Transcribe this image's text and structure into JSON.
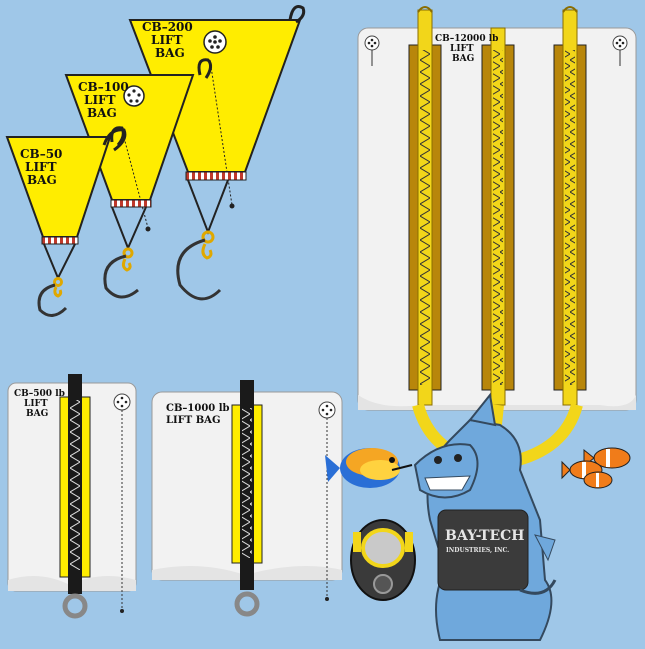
{
  "colors": {
    "background": "#9fc7e8",
    "yellow": "#ffed00",
    "yellow_strap": "#f2d61a",
    "dark_strap": "#b8860b",
    "bag_white": "#f2f2f2",
    "red_stitch": "#c0392b"
  },
  "products": {
    "cb50": {
      "line1": "CB–50",
      "line2": "LIFT",
      "line3": "BAG"
    },
    "cb100": {
      "line1": "CB–100",
      "line2": "LIFT",
      "line3": "BAG"
    },
    "cb200": {
      "line1": "CB–200",
      "line2": "LIFT",
      "line3": "BAG"
    },
    "cb500": {
      "line1": "CB–500 lb",
      "line2": "LIFT",
      "line3": "BAG"
    },
    "cb1000": {
      "line1": "CB–1000 lb",
      "line2": "LIFT BAG"
    },
    "cb12000": {
      "line1": "CB–12000 lb",
      "line2": "LIFT",
      "line3": "BAG"
    }
  },
  "mascot": {
    "shirt_line1": "BAY-TECH",
    "shirt_line2": "INDUSTRIES, INC."
  },
  "icons": [
    "fill-valve-icon",
    "shackle-icon",
    "clownfish-icon",
    "yellow-tang-icon",
    "dive-helmet-icon",
    "shark-mascot-icon"
  ]
}
